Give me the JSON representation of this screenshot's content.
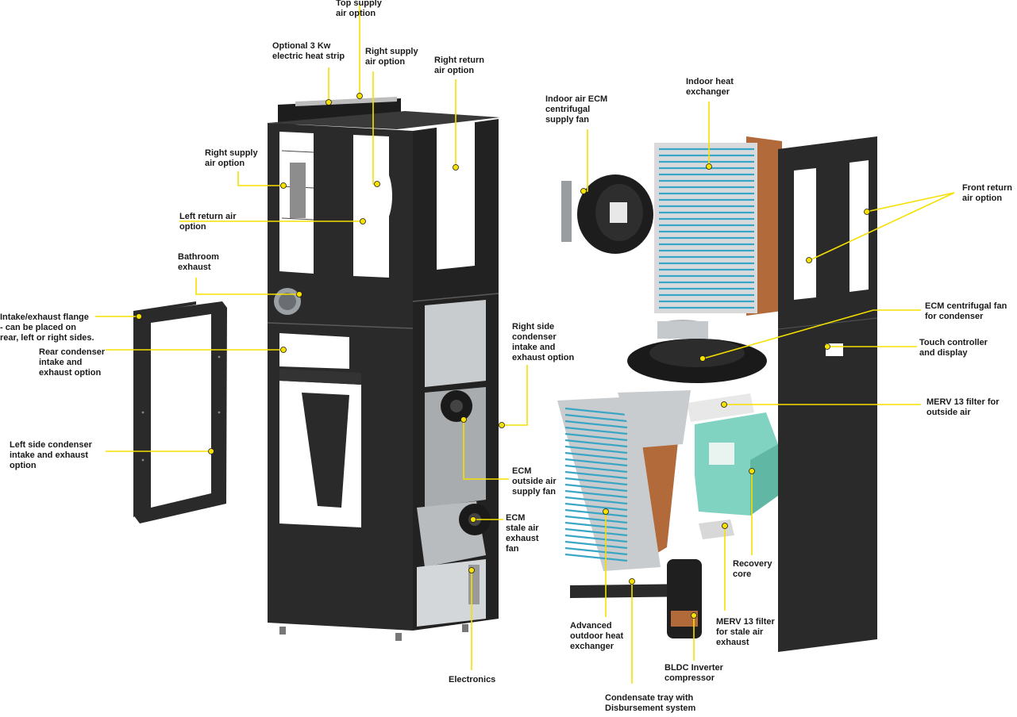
{
  "callouts": [
    {
      "id": "top-supply",
      "lines": [
        "Top supply",
        "air option"
      ]
    },
    {
      "id": "heat-strip",
      "lines": [
        "Optional 3 Kw",
        "electric heat strip"
      ]
    },
    {
      "id": "right-supply-top",
      "lines": [
        "Right supply",
        "air option"
      ]
    },
    {
      "id": "right-return-top",
      "lines": [
        "Right return",
        "air option"
      ]
    },
    {
      "id": "right-supply-left",
      "lines": [
        "Right supply",
        "air option"
      ]
    },
    {
      "id": "left-return",
      "lines": [
        "Left return air",
        "option"
      ]
    },
    {
      "id": "bathroom-exhaust",
      "lines": [
        "Bathroom",
        "exhaust"
      ]
    },
    {
      "id": "intake-flange",
      "lines": [
        "Intake/exhaust flange",
        "- can be placed on",
        "rear, left or right sides."
      ]
    },
    {
      "id": "rear-condenser",
      "lines": [
        "Rear condenser",
        "intake and",
        "exhaust option"
      ]
    },
    {
      "id": "left-condenser",
      "lines": [
        "Left side condenser",
        "intake and exhaust",
        "option"
      ]
    },
    {
      "id": "right-condenser",
      "lines": [
        "Right side",
        "condenser",
        "intake and",
        "exhaust option"
      ]
    },
    {
      "id": "ecm-outside",
      "lines": [
        "ECM",
        "outside air",
        "supply fan"
      ]
    },
    {
      "id": "ecm-stale",
      "lines": [
        "ECM",
        "stale air",
        "exhaust",
        "fan"
      ]
    },
    {
      "id": "electronics",
      "lines": [
        "Electronics"
      ]
    },
    {
      "id": "indoor-ecm-fan",
      "lines": [
        "Indoor air ECM",
        "centrifugal",
        "supply fan"
      ]
    },
    {
      "id": "indoor-hx",
      "lines": [
        "Indoor heat",
        "exchanger"
      ]
    },
    {
      "id": "front-return",
      "lines": [
        "Front return",
        "air option"
      ]
    },
    {
      "id": "ecm-condenser-fan",
      "lines": [
        "ECM centrifugal fan",
        "for condenser"
      ]
    },
    {
      "id": "touch-controller",
      "lines": [
        "Touch controller",
        "and display"
      ]
    },
    {
      "id": "merv-outside",
      "lines": [
        "MERV 13 filter for",
        "outside air"
      ]
    },
    {
      "id": "recovery-core",
      "lines": [
        "Recovery",
        "core"
      ]
    },
    {
      "id": "merv-stale",
      "lines": [
        "MERV 13 filter",
        "for stale air",
        "exhaust"
      ]
    },
    {
      "id": "advanced-outdoor-hx",
      "lines": [
        "Advanced",
        "outdoor heat",
        "exchanger"
      ]
    },
    {
      "id": "bldc-compressor",
      "lines": [
        "BLDC Inverter",
        "compressor"
      ]
    },
    {
      "id": "condensate-tray",
      "lines": [
        "Condensate tray with",
        "Disbursement system"
      ]
    }
  ],
  "colors": {
    "callout_line": "#f5e000",
    "cabinet": "#2a2a2a",
    "coil": "#3aa6c6",
    "recovery_core": "#7fd3c0"
  }
}
